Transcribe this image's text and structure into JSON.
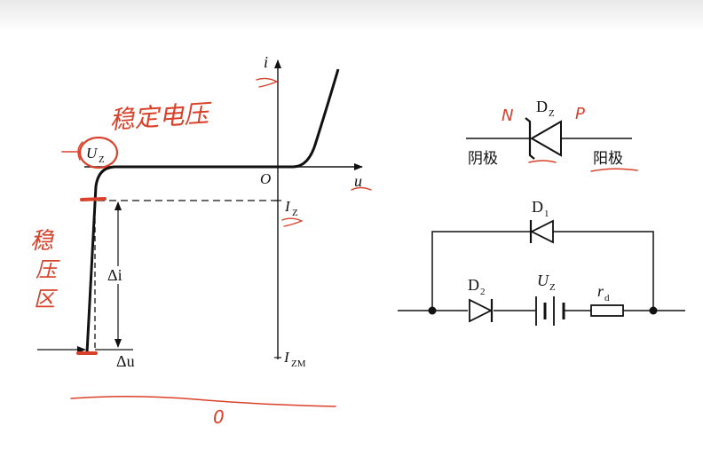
{
  "graph": {
    "axis_i": "i",
    "axis_u": "u",
    "origin": "O",
    "uz_main": "U",
    "uz_sub": "Z",
    "iz_main": "I",
    "iz_sub": "Z",
    "izm_main": "I",
    "izm_sub": "ZM",
    "delta_i": "Δi",
    "delta_u": "Δu"
  },
  "symbol": {
    "dz_main": "D",
    "dz_sub": "Z",
    "cathode": "阴极",
    "anode": "阳极"
  },
  "circuit": {
    "d1_main": "D",
    "d1_sub": "1",
    "d2_main": "D",
    "d2_sub": "2",
    "uz_main": "U",
    "uz_sub": "Z",
    "rd_main": "r",
    "rd_sub": "d"
  },
  "annotations": {
    "stable_voltage": "稳定电压",
    "regulation_region": [
      "稳",
      "压",
      "区"
    ],
    "n_mark": "N",
    "p_mark": "P",
    "circle_zero": "0"
  },
  "colors": {
    "ink": "#111111",
    "annotation": "#d9412a"
  }
}
